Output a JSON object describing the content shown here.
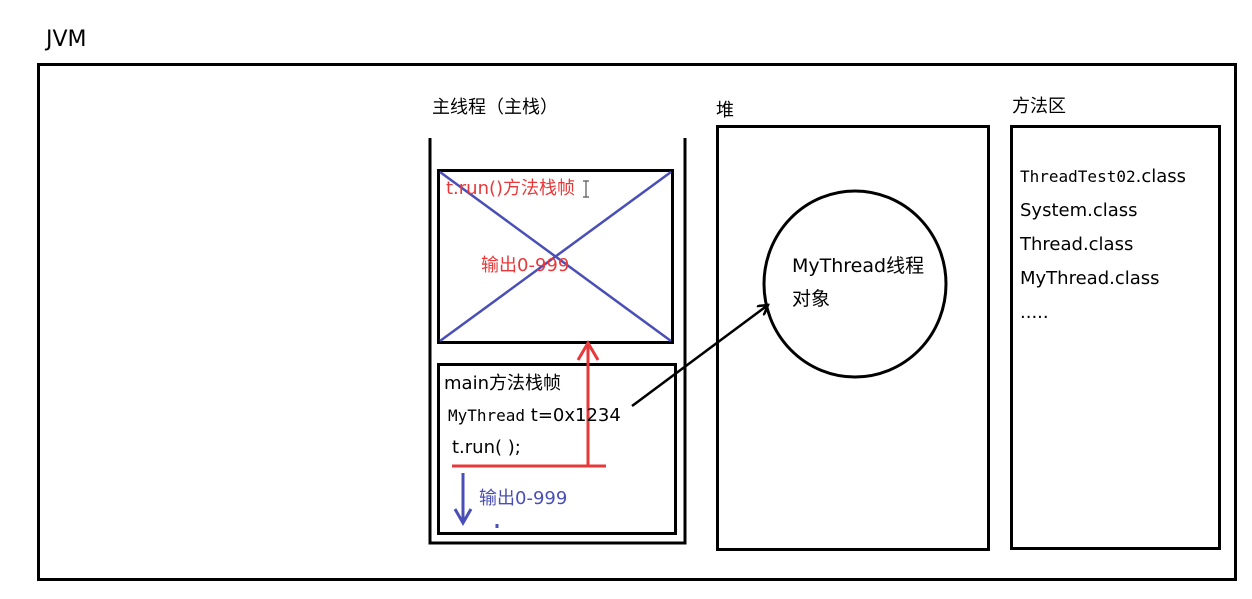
{
  "title": "JVM",
  "main_stack": {
    "label": "主线程（主栈）",
    "run_frame": {
      "title": "t.run()方法栈帧",
      "output": "输出0-999"
    },
    "main_frame": {
      "title": "main方法栈帧",
      "declaration_type": "MyThread",
      "declaration_value": " t=0x1234",
      "call": "t.run( );",
      "output": "输出0-999"
    }
  },
  "heap": {
    "label": "堆",
    "object_line1": "MyThread线程",
    "object_line2": "对象"
  },
  "method_area": {
    "label": "方法区",
    "first_class_mono": "ThreadTest02",
    "first_class_suffix": ".class",
    "classes": [
      "System.class",
      "Thread.class",
      "MyThread.class",
      "....."
    ]
  },
  "colors": {
    "red": "#e8393a",
    "blue": "#4a4fb8"
  }
}
